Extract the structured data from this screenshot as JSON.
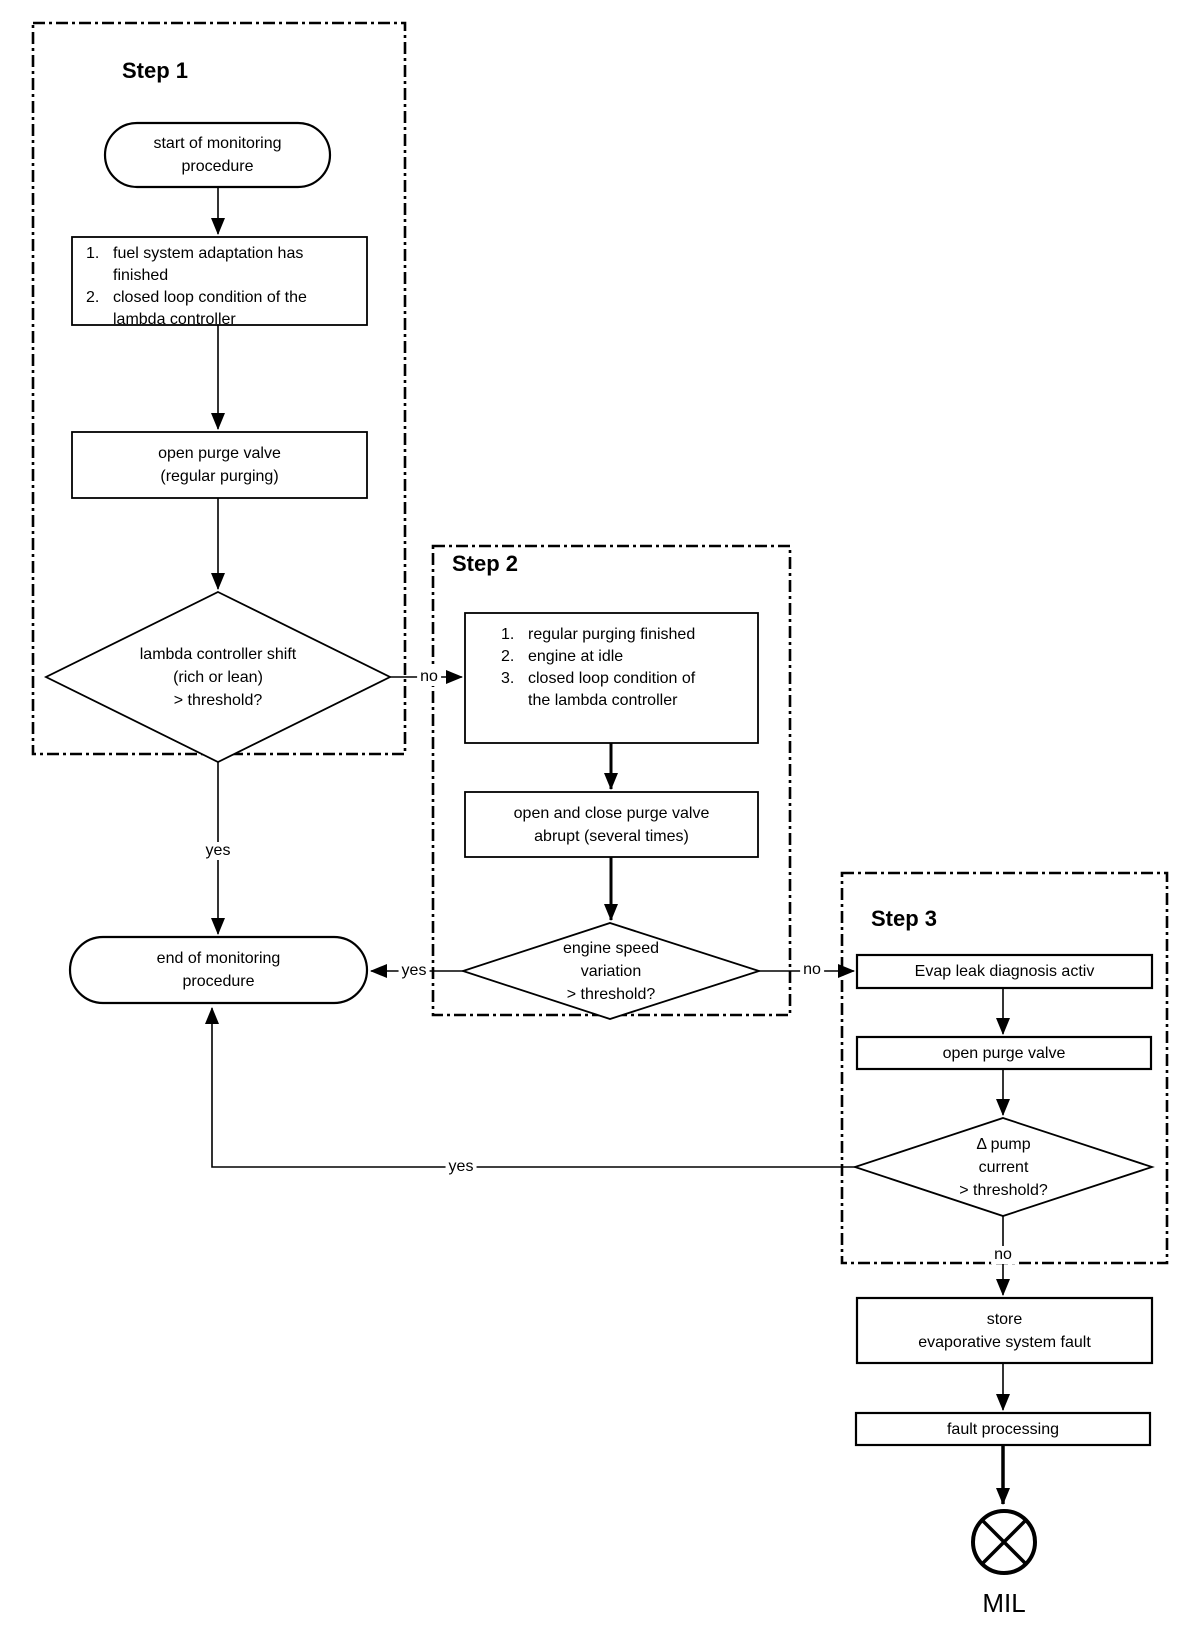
{
  "colors": {
    "line": "#000000",
    "background": "#ffffff"
  },
  "step1": {
    "title": "Step 1",
    "start": {
      "lines": [
        "start of monitoring",
        "procedure"
      ]
    },
    "conditions": [
      {
        "num": "1.",
        "lines": [
          "fuel system adaptation has",
          "finished"
        ]
      },
      {
        "num": "2.",
        "lines": [
          "closed loop condition of the",
          "lambda controller"
        ]
      }
    ],
    "open_purge": {
      "lines": [
        "open purge valve",
        "(regular purging)"
      ]
    },
    "decision": {
      "lines": [
        "lambda controller shift",
        "(rich or lean)",
        "> threshold?"
      ]
    }
  },
  "step2": {
    "title": "Step 2",
    "conditions": [
      {
        "num": "1.",
        "lines": [
          "regular purging finished"
        ]
      },
      {
        "num": "2.",
        "lines": [
          "engine at idle"
        ]
      },
      {
        "num": "3.",
        "lines": [
          "closed loop condition of",
          "the lambda controller"
        ]
      }
    ],
    "open_close": {
      "lines": [
        "open and close purge valve",
        "abrupt (several times)"
      ]
    },
    "decision": {
      "lines": [
        "engine speed",
        "variation",
        "> threshold?"
      ]
    }
  },
  "step3": {
    "title": "Step 3",
    "evap_leak": {
      "lines": [
        "Evap leak diagnosis activ"
      ]
    },
    "open_purge": {
      "lines": [
        "open purge valve"
      ]
    },
    "decision": {
      "lines": [
        "Δ pump",
        "current",
        "> threshold?"
      ]
    },
    "store_fault": {
      "lines": [
        "store",
        "evaporative system fault"
      ]
    },
    "fault_processing": {
      "lines": [
        "fault processing"
      ]
    }
  },
  "end": {
    "lines": [
      "end of monitoring",
      "procedure"
    ]
  },
  "edge_labels": {
    "d1_no": "no",
    "d1_yes": "yes",
    "d2_yes": "yes",
    "d2_no": "no",
    "d3_yes": "yes",
    "d3_no": "no"
  },
  "mil_label": "MIL"
}
